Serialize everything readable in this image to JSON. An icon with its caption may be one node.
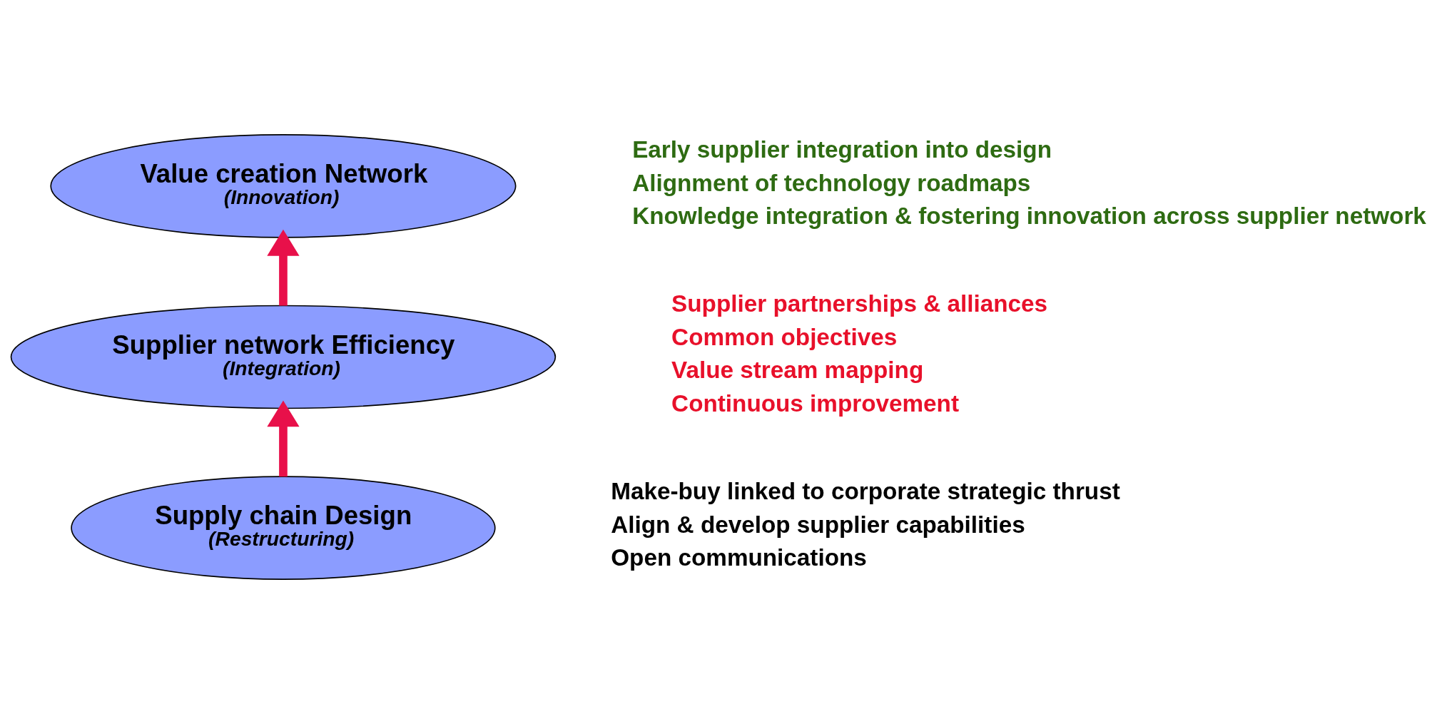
{
  "diagram": {
    "nodes": [
      {
        "text": [
          "Value creation Network",
          "(Innovation)"
        ],
        "beside": [
          "Early supplier integration into design",
          "Alignment of technology roadmaps",
          "Knowledge integration & fostering innovation across supplier network"
        ]
      },
      {
        "text": [
          "Supplier network Efficiency",
          "(Integration)"
        ],
        "beside": [
          "Supplier partnerships & alliances",
          "Common objectives",
          "Value stream mapping",
          "Continuous improvement"
        ]
      },
      {
        "text": [
          "Supply chain Design",
          "(Restructuring)"
        ],
        "beside": [
          "Make-buy linked to corporate strategic thrust",
          "Align & develop supplier capabilities",
          "Open communications"
        ]
      }
    ],
    "edges": [
      {
        "from": 1,
        "to": 0,
        "arrow": "to"
      },
      {
        "from": 2,
        "to": 1,
        "arrow": "to"
      }
    ]
  }
}
